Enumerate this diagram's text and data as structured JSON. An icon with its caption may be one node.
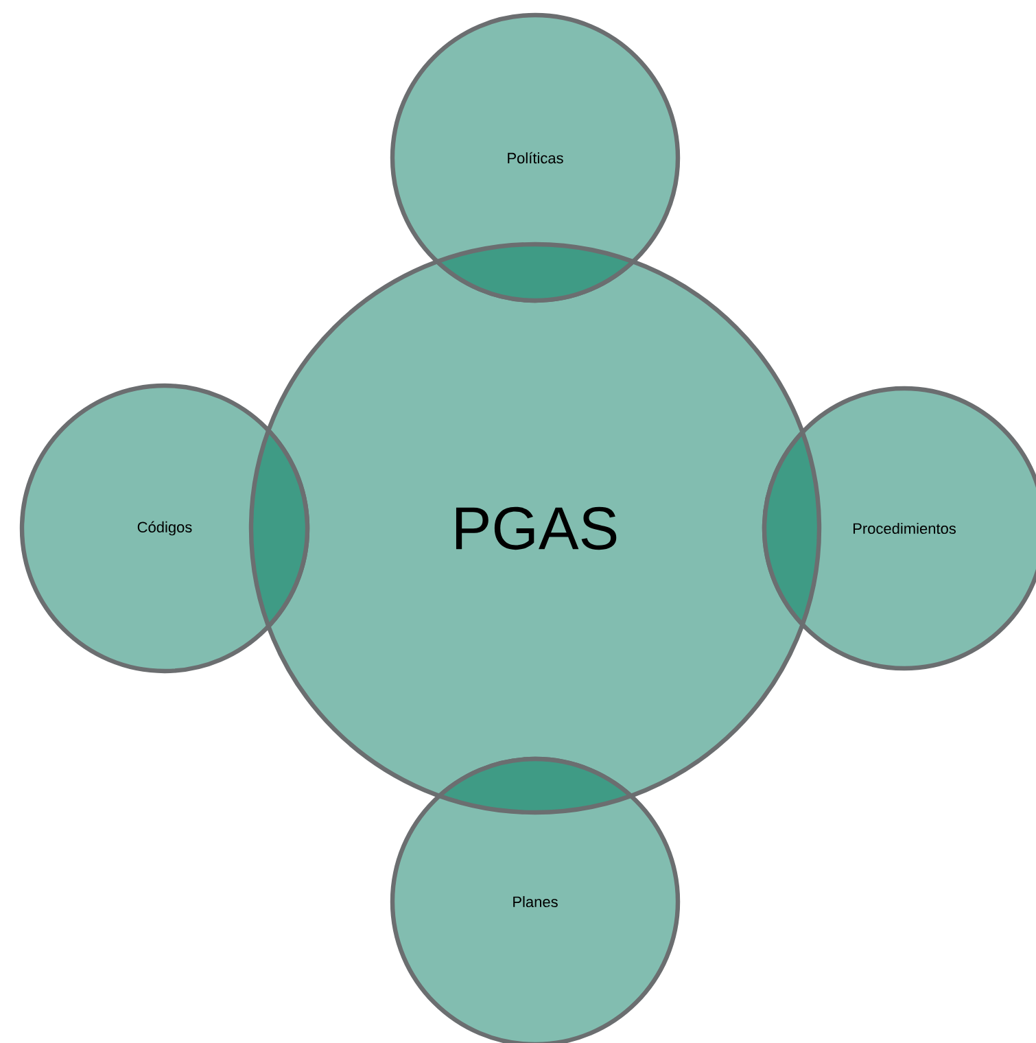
{
  "diagram": {
    "nodes": [
      {
        "text": [
          "PGAS"
        ]
      },
      {
        "text": [
          "Políticas"
        ]
      },
      {
        "text": [
          "Códigos"
        ]
      },
      {
        "text": [
          "Procedimientos"
        ]
      },
      {
        "text": [
          "Planes"
        ]
      }
    ]
  }
}
